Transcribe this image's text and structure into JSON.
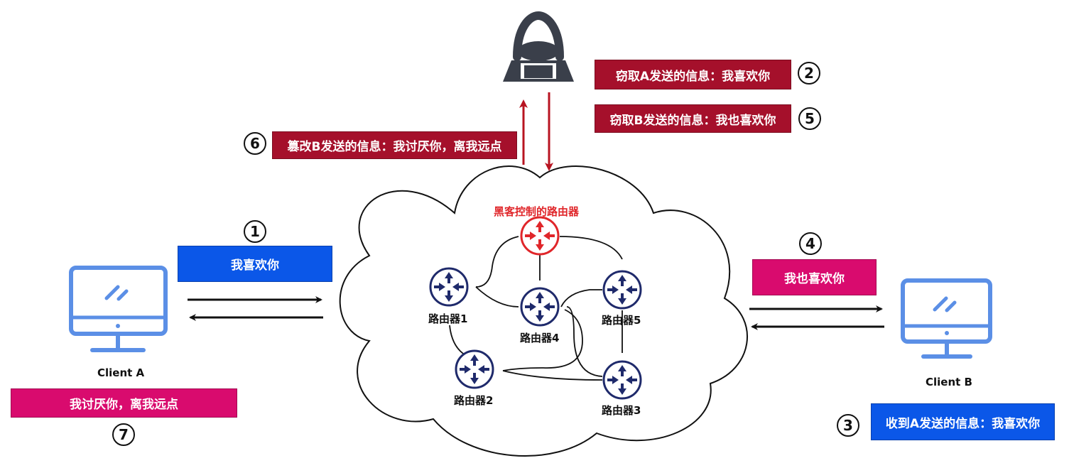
{
  "colors": {
    "hacker_box": "#a5102b",
    "blue_box": "#0b57e8",
    "pink_box": "#d90b6e",
    "router": "#1f2a6b",
    "hacker_router": "#e0262a",
    "arrow_red": "#b81421",
    "client_icon": "#5b8fe6"
  },
  "hacker": {
    "icon": "hacker-icon",
    "steal_a": "窃取A发送的信息：我喜欢你",
    "steal_b": "窃取B发送的信息：我也喜欢你",
    "tamper_b": "篡改B发送的信息：我讨厌你，离我远点"
  },
  "steps": {
    "s1": "1",
    "s2": "2",
    "s3": "3",
    "s4": "4",
    "s5": "5",
    "s6": "6",
    "s7": "7"
  },
  "client_a": {
    "icon": "monitor-icon",
    "label": "Client A",
    "send_message": "我喜欢你",
    "received_message": "我讨厌你，离我远点"
  },
  "client_b": {
    "icon": "monitor-icon",
    "label": "Client B",
    "send_message": "我也喜欢你",
    "received_message": "收到A发送的信息：我喜欢你"
  },
  "network": {
    "hacker_router_label": "黑客控制的路由器",
    "routers": [
      "路由器1",
      "路由器2",
      "路由器3",
      "路由器4",
      "路由器5"
    ]
  }
}
